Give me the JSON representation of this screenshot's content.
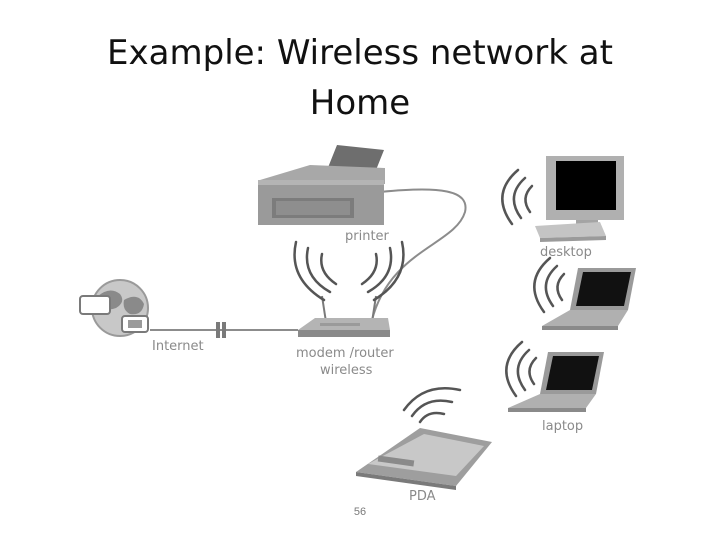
{
  "title": {
    "line1": "Example: Wireless network at",
    "line2": "Home"
  },
  "diagram": {
    "labels": {
      "printer": "printer",
      "desktop": "desktop",
      "internet": "Internet",
      "router_line1": "modem /router",
      "router_line2": "wireless",
      "laptop": "laptop",
      "pda": "PDA"
    },
    "icons": [
      "printer-icon",
      "desktop-icon",
      "laptop-icon",
      "laptop-icon",
      "globe-icon",
      "router-icon",
      "pda-icon",
      "wifi-signal-icon"
    ],
    "colors": {
      "device_body": "#9a9a9a",
      "device_dark": "#6e6e6e",
      "screen": "#000000",
      "wave": "#555555",
      "cable": "#8c8c8c",
      "label": "#8a8a8a"
    }
  },
  "page_number": "56"
}
